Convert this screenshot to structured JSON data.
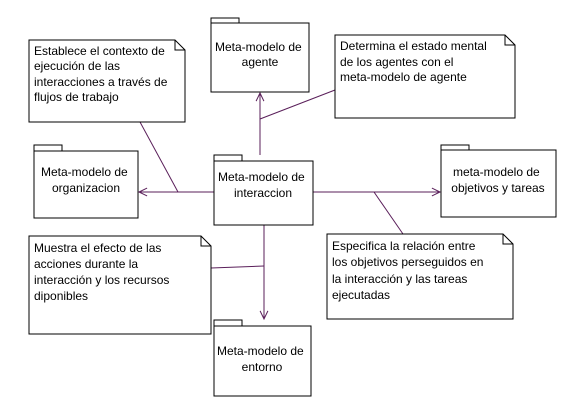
{
  "colors": {
    "line": "#5a1f5a",
    "box_stroke": "#000000",
    "text": "#000000",
    "background": "#ffffff"
  },
  "packages": {
    "agente": {
      "lines": [
        "Meta-modelo de",
        "agente"
      ]
    },
    "organizacion": {
      "lines": [
        "Meta-modelo de",
        "organizacion"
      ]
    },
    "interaccion": {
      "lines": [
        "Meta-modelo de",
        "interaccion"
      ]
    },
    "objetivos": {
      "lines": [
        "meta-modelo de",
        "objetivos y tareas"
      ]
    },
    "entorno": {
      "lines": [
        "Meta-modelo de",
        "entorno"
      ]
    }
  },
  "notes": {
    "contexto": {
      "lines": [
        "Establece el contexto de",
        "ejecución de las",
        "interacciones a través de",
        "flujos de trabajo"
      ]
    },
    "estado": {
      "lines": [
        "Determina el estado mental",
        "de los agentes con el",
        "meta-modelo de agente"
      ]
    },
    "efecto": {
      "lines": [
        "Muestra el efecto de las",
        "acciones durante la",
        "interacción y los recursos",
        "diponibles"
      ]
    },
    "relacion": {
      "lines": [
        "Especifica la relación entre",
        "los objetivos perseguidos en",
        "la interacción y las tareas",
        "ejecutadas"
      ]
    }
  }
}
